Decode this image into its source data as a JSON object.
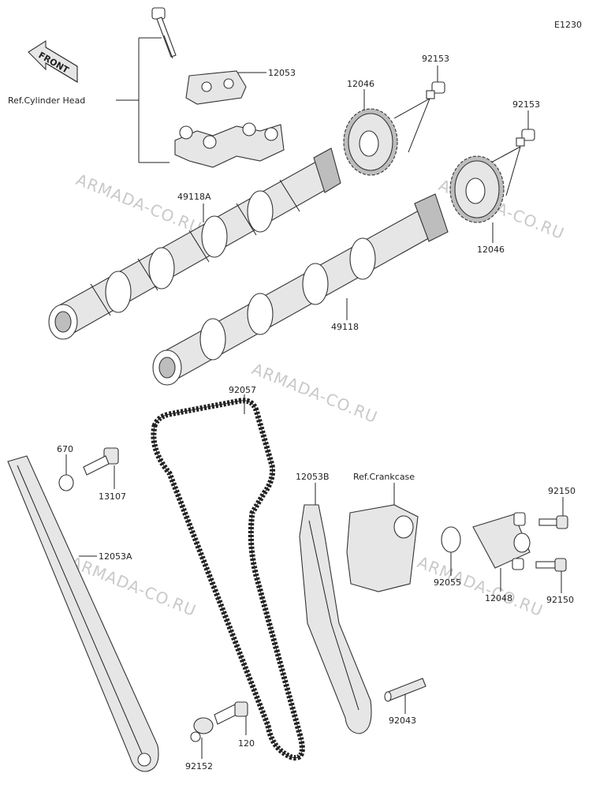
{
  "diagram_code": "E1230",
  "front_label": "FRONT",
  "watermark": "ARMADA-CO.RU",
  "callouts": {
    "ref_cylinder_head": "Ref.Cylinder Head",
    "ref_crankcase": "Ref.Crankcase",
    "p12053": "12053",
    "p12046_a": "12046",
    "p12046_b": "12046",
    "p92153_a": "92153",
    "p92153_b": "92153",
    "p49118A": "49118A",
    "p49118": "49118",
    "p92057": "92057",
    "p670": "670",
    "p13107": "13107",
    "p12053A": "12053A",
    "p12053B": "12053B",
    "p92055": "92055",
    "p12048": "12048",
    "p92150_a": "92150",
    "p92150_b": "92150",
    "p92043": "92043",
    "p92152": "92152",
    "p120": "120"
  },
  "colors": {
    "line": "#222222",
    "watermark": "#c9c9c9",
    "fill_light": "#e6e6e6",
    "fill_dark": "#bdbdbd"
  }
}
